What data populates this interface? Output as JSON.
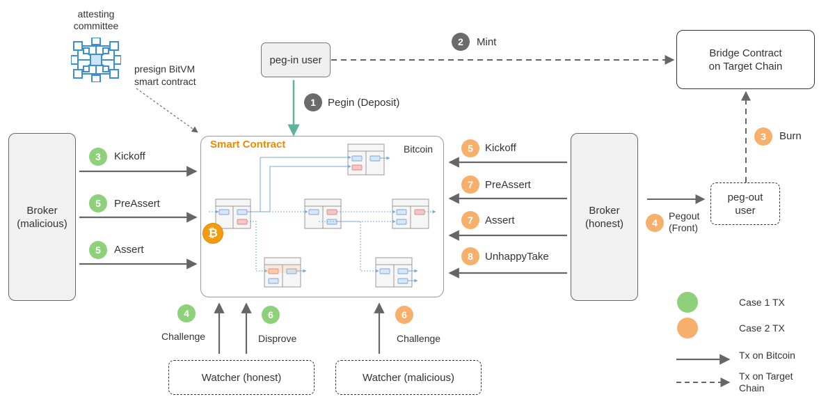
{
  "committee": {
    "label_line1": "attesting",
    "label_line2": "committee"
  },
  "presign": {
    "line1": "presign BitVM",
    "line2": "smart contract"
  },
  "pegin_user": {
    "label": "peg-in user"
  },
  "bridge_contract": {
    "line1": "Bridge Contract",
    "line2": "on Target Chain"
  },
  "smart_contract": {
    "title": "Smart Contract",
    "chain": "Bitcoin",
    "btc_symbol": "₿"
  },
  "broker_malicious": {
    "line1": "Broker",
    "line2": "(malicious)"
  },
  "broker_honest": {
    "line1": "Broker",
    "line2": "(honest)"
  },
  "pegout_user": {
    "line1": "peg-out",
    "line2": "user"
  },
  "watcher_honest": {
    "label": "Watcher (honest)"
  },
  "watcher_malicious": {
    "label": "Watcher (malicious)"
  },
  "steps": {
    "mint": {
      "num": "2",
      "label": "Mint"
    },
    "pegin": {
      "num": "1",
      "label": "Pegin (Deposit)"
    },
    "burn": {
      "num": "3",
      "label": "Burn"
    },
    "pegout": {
      "num": "4",
      "line1": "Pegout",
      "line2": "(Front)"
    },
    "left_kickoff": {
      "num": "3",
      "label": "Kickoff"
    },
    "left_preassert": {
      "num": "5",
      "label": "PreAssert"
    },
    "left_assert": {
      "num": "5",
      "label": "Assert"
    },
    "right_kickoff": {
      "num": "5",
      "label": "Kickoff"
    },
    "right_preassert": {
      "num": "7",
      "label": "PreAssert"
    },
    "right_assert": {
      "num": "7",
      "label": "Assert"
    },
    "right_unhappytake": {
      "num": "8",
      "label": "UnhappyTake"
    },
    "challenge_honest": {
      "num": "4",
      "label": "Challenge"
    },
    "disprove": {
      "num": "6",
      "label": "Disprove"
    },
    "challenge_malicious": {
      "num": "6",
      "label": "Challenge"
    }
  },
  "legend": {
    "case1": "Case 1 TX",
    "case2": "Case 2 TX",
    "tx_bitcoin": "Tx on Bitcoin",
    "tx_target_line1": "Tx on Target",
    "tx_target_line2": "Chain"
  },
  "colors": {
    "case1": "#8fd17a",
    "case2": "#f7b06b",
    "pegin_arrow": "#5fb39a",
    "arrow": "#666666",
    "accent": "#f08a00",
    "cube": "#3a8fd6"
  }
}
